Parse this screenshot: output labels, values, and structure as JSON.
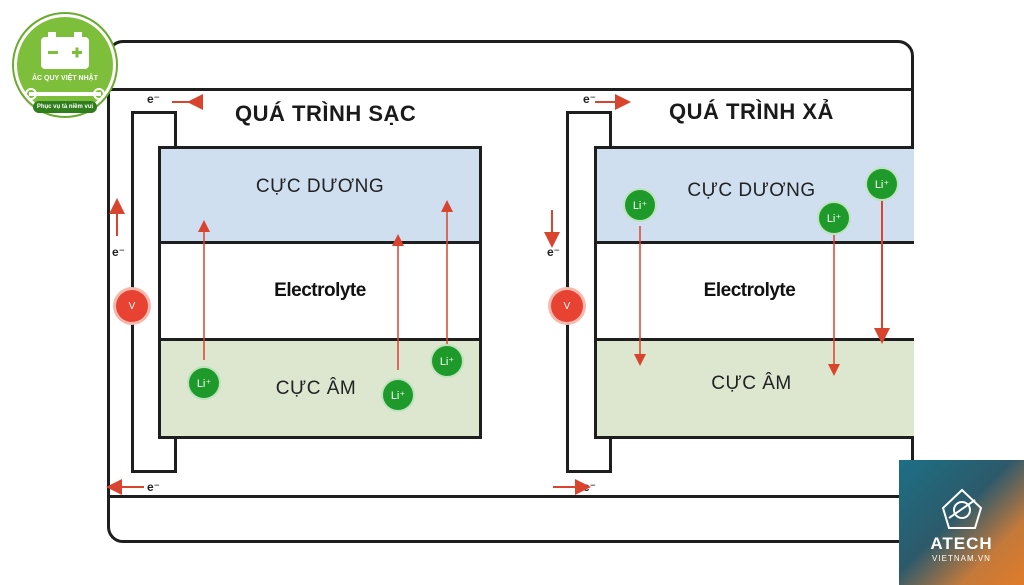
{
  "logo": {
    "line1": "ẮC QUY VIỆT NHẬT",
    "line2": "Phục vụ tà niềm vui"
  },
  "charging": {
    "title": "QUÁ TRÌNH SẠC",
    "positive": "CỰC DƯƠNG",
    "electrolyte": "Electrolyte",
    "negative": "CỰC ÂM",
    "voltmeter": "V",
    "electron": "e⁻",
    "ions": [
      "Li⁺",
      "Li⁺",
      "Li⁺"
    ]
  },
  "discharging": {
    "title": "QUÁ TRÌNH XẢ",
    "positive": "CỰC DƯƠNG",
    "electrolyte": "Electrolyte",
    "negative": "CỰC ÂM",
    "voltmeter": "V",
    "electron": "e⁻",
    "ions": [
      "Li⁺",
      "Li⁺",
      "Li⁺"
    ]
  },
  "watermark": {
    "name": "ATECH",
    "site": "VIETNAM.VN"
  },
  "colors": {
    "positive": "#cfdff0",
    "negative": "#dde6cf",
    "ion": "#1e9a2a",
    "arrow": "#d9442f",
    "voltmeter": "#e84232"
  }
}
